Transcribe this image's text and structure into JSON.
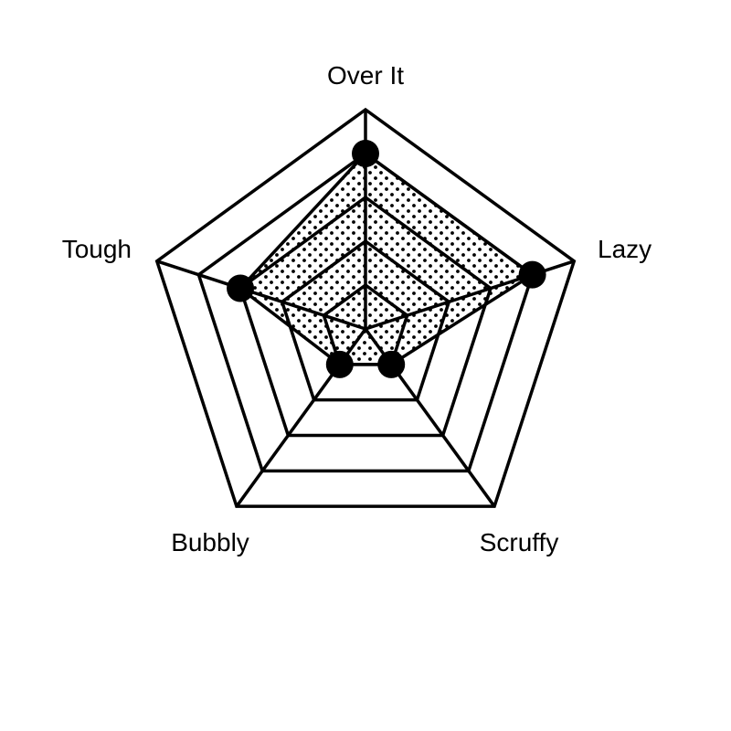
{
  "chart_data": {
    "type": "radar",
    "axes": [
      "Over It",
      "Lazy",
      "Scruffy",
      "Bubbly",
      "Tough"
    ],
    "rlim": [
      0,
      5
    ],
    "rings": [
      1,
      2,
      3,
      4,
      5
    ],
    "series": [
      {
        "values": [
          4,
          4,
          1,
          1,
          3
        ]
      }
    ],
    "grid": true,
    "legend": "none",
    "colors": {
      "line": "#000000",
      "fill_dots": "#000000",
      "background": "#ffffff"
    }
  }
}
